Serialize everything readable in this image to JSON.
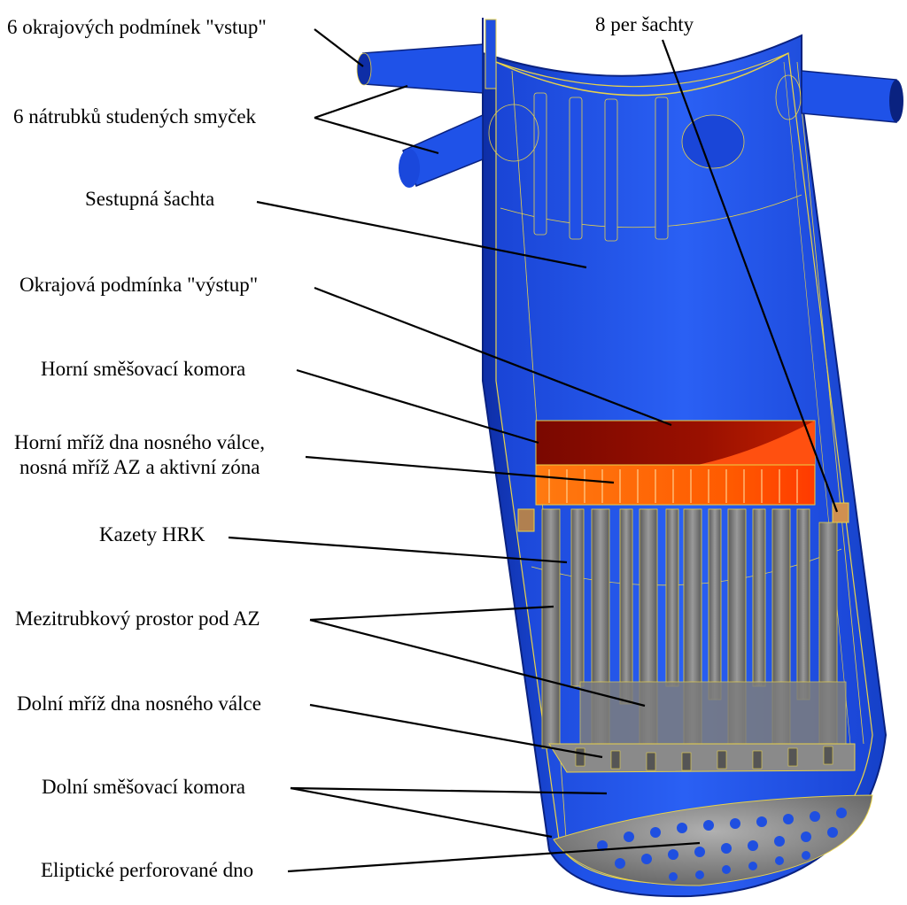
{
  "labels": {
    "inlet_bc": "6 okrajových podmínek \"vstup\"",
    "cold_nozzles": "6 nátrubků  studených smyček",
    "downcomer": "Sestupná šachta",
    "outlet_bc": "Okrajová podmínka \"výstup\"",
    "upper_mixing": "Horní směšovací komora",
    "upper_grid_line1": "Horní mříž dna nosného válce,",
    "upper_grid_line2": "nosná mříž AZ a aktivní zóna",
    "hrk": "Kazety HRK",
    "inter_tube": "Mezitrubkový prostor pod AZ",
    "lower_grid": "Dolní mříž dna nosného válce",
    "lower_mixing": "Dolní směšovací komora",
    "bottom": "Eliptické perforované dno",
    "ribs": "8 per šachty"
  },
  "colors": {
    "vessel_blue": "#1f4fe0",
    "vessel_dark": "#0f2fa8",
    "outline_yellow": "#e8d24a",
    "outlet_red": "#8a0a00",
    "core_orange": "#ff6a00",
    "tube_gray": "#7a7a7a",
    "leader": "#000000"
  }
}
